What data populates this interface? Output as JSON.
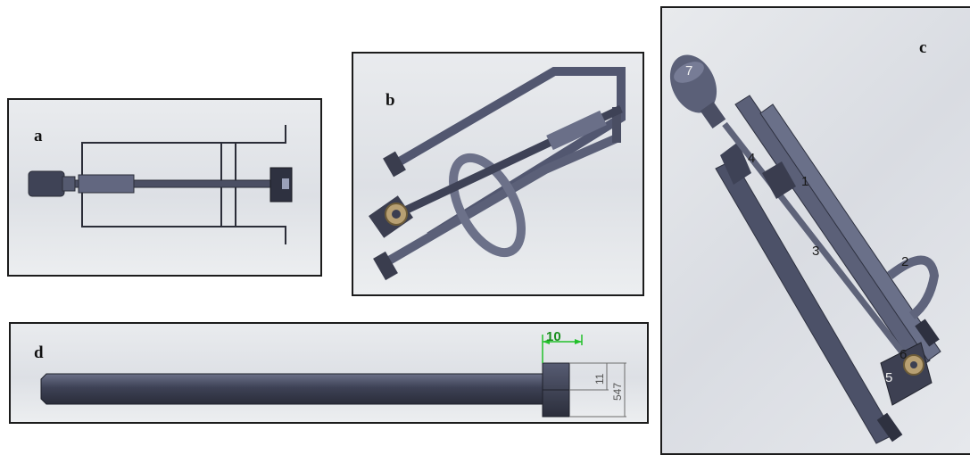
{
  "panels": {
    "a": {
      "label": "a"
    },
    "b": {
      "label": "b"
    },
    "c": {
      "label": "c",
      "parts": [
        "1",
        "2",
        "3",
        "4",
        "5",
        "6",
        "7"
      ]
    },
    "d": {
      "label": "d",
      "dim_width": "10",
      "dim_small": "11",
      "dim_large": "547"
    }
  },
  "colors": {
    "steel_dark": "#3b3f52",
    "steel_mid": "#5c6178",
    "steel_light": "#8e94ad",
    "brass": "#b8a073",
    "dim_green": "#22c02a"
  }
}
